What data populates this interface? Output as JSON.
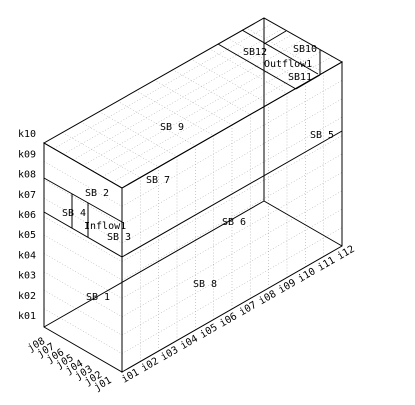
{
  "regions": {
    "sb1": "SB 1",
    "sb2": "SB 2",
    "sb3": "SB 3",
    "sb4": "SB 4",
    "sb5": "SB 5",
    "sb6": "SB 6",
    "sb7": "SB 7",
    "sb8": "SB 8",
    "sb9": "SB 9",
    "sb10": "SB10",
    "sb11": "SB11",
    "sb12": "SB12"
  },
  "flows": {
    "inflow": "Inflow1",
    "outflow": "Outflow1"
  },
  "axes": {
    "i_ticks": [
      "i01",
      "i02",
      "i03",
      "i04",
      "i05",
      "i06",
      "i07",
      "i08",
      "i09",
      "i10",
      "i11",
      "i12"
    ],
    "j_ticks": [
      "j01",
      "j02",
      "j03",
      "j04",
      "j05",
      "j06",
      "j07",
      "j08"
    ],
    "k_ticks": [
      "k01",
      "k02",
      "k03",
      "k04",
      "k05",
      "k06",
      "k07",
      "k08",
      "k09",
      "k10"
    ]
  },
  "colors": {
    "edge": "#000000",
    "grid": "#9a9a9a",
    "background": "#ffffff"
  }
}
